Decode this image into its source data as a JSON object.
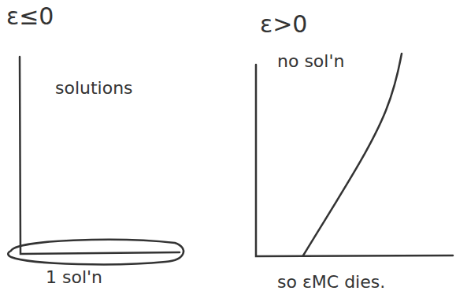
{
  "diagram": {
    "labels": [
      "ε≤0",
      "solutions",
      "1 sol'n",
      "ε>0",
      "no sol'n",
      "so εMC dies."
    ]
  }
}
